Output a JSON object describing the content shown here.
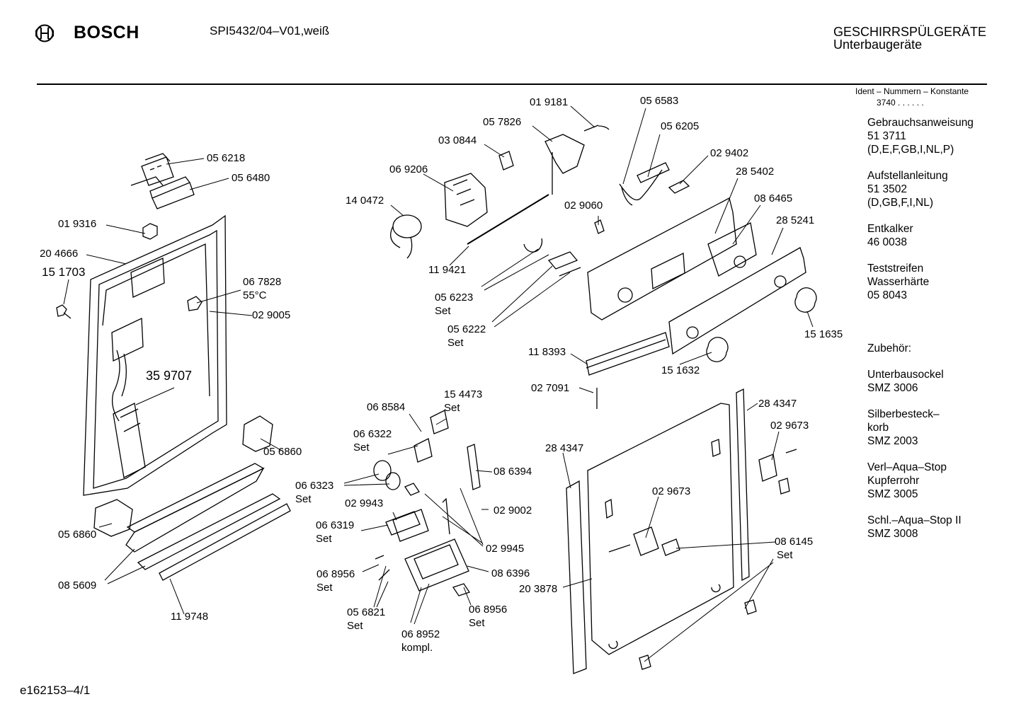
{
  "header": {
    "brand": "BOSCH",
    "model": "SPI5432/04–V01,weiß",
    "category": "GESCHIRRSPÜLGERÄTE",
    "subcategory": "Unterbaugeräte"
  },
  "ident": {
    "label": "Ident – Nummern – Konstante",
    "value": "3740 . . . . . ."
  },
  "side_notes": [
    {
      "lines": [
        "Gebrauchsanweisung",
        "51 3711",
        "(D,E,F,GB,I,NL,P)"
      ]
    },
    {
      "lines": [
        "Aufstellanleitung",
        "51 3502",
        "(D,GB,F,I,NL)"
      ]
    },
    {
      "lines": [
        "Entkalker",
        "46 0038"
      ]
    },
    {
      "lines": [
        "Teststreifen",
        "Wasserhärte",
        "05 8043"
      ]
    },
    {
      "lines": [
        "Zubehör:"
      ]
    },
    {
      "lines": [
        "Unterbausockel",
        "SMZ 3006"
      ]
    },
    {
      "lines": [
        "Silberbesteck–",
        "korb",
        "SMZ 2003"
      ]
    },
    {
      "lines": [
        "Verl–Aqua–Stop",
        "Kupferrohr",
        "SMZ 3005"
      ]
    },
    {
      "lines": [
        "Schl.–Aqua–Stop II",
        "SMZ 3008"
      ]
    }
  ],
  "footer": {
    "code": "e162153–4/1"
  },
  "parts": [
    {
      "id": "p01",
      "text": "05 6218"
    },
    {
      "id": "p02",
      "text": "05 6480"
    },
    {
      "id": "p03",
      "text": "01 9316"
    },
    {
      "id": "p04",
      "text": "20 4666"
    },
    {
      "id": "p05",
      "text": "15 1703"
    },
    {
      "id": "p06",
      "text": "06 7828"
    },
    {
      "id": "p07",
      "text": "55°C"
    },
    {
      "id": "p08",
      "text": "02 9005"
    },
    {
      "id": "p09",
      "text": "35 9707"
    },
    {
      "id": "p10",
      "text": "05 6860"
    },
    {
      "id": "p11",
      "text": "05 6860"
    },
    {
      "id": "p12",
      "text": "08 5609"
    },
    {
      "id": "p13",
      "text": "11 9748"
    },
    {
      "id": "p14",
      "text": "01 9181"
    },
    {
      "id": "p15",
      "text": "05 7826"
    },
    {
      "id": "p16",
      "text": "03 0844"
    },
    {
      "id": "p17",
      "text": "06 9206"
    },
    {
      "id": "p18",
      "text": "14 0472"
    },
    {
      "id": "p19",
      "text": "11 9421"
    },
    {
      "id": "p20",
      "text": "05 6223"
    },
    {
      "id": "p21",
      "text": "Set"
    },
    {
      "id": "p22",
      "text": "05 6222"
    },
    {
      "id": "p23",
      "text": "Set"
    },
    {
      "id": "p24",
      "text": "05 6583"
    },
    {
      "id": "p25",
      "text": "05 6205"
    },
    {
      "id": "p26",
      "text": "02 9402"
    },
    {
      "id": "p27",
      "text": "02 9060"
    },
    {
      "id": "p28",
      "text": "28 5402"
    },
    {
      "id": "p29",
      "text": "08 6465"
    },
    {
      "id": "p30",
      "text": "28 5241"
    },
    {
      "id": "p31",
      "text": "15 1635"
    },
    {
      "id": "p32",
      "text": "15 1632"
    },
    {
      "id": "p33",
      "text": "11 8393"
    },
    {
      "id": "p34",
      "text": "02 7091"
    },
    {
      "id": "p35",
      "text": "06 8584"
    },
    {
      "id": "p36",
      "text": "15 4473"
    },
    {
      "id": "p37",
      "text": "Set"
    },
    {
      "id": "p38",
      "text": "06 6322"
    },
    {
      "id": "p39",
      "text": "Set"
    },
    {
      "id": "p40",
      "text": "06 6323"
    },
    {
      "id": "p41",
      "text": "Set"
    },
    {
      "id": "p42",
      "text": "08 6394"
    },
    {
      "id": "p43",
      "text": "02 9943"
    },
    {
      "id": "p44",
      "text": "02 9002"
    },
    {
      "id": "p45",
      "text": "06 6319"
    },
    {
      "id": "p46",
      "text": "Set"
    },
    {
      "id": "p47",
      "text": "02 9945"
    },
    {
      "id": "p48",
      "text": "06 8956"
    },
    {
      "id": "p49",
      "text": "Set"
    },
    {
      "id": "p50",
      "text": "08 6396"
    },
    {
      "id": "p51",
      "text": "05 6821"
    },
    {
      "id": "p52",
      "text": "Set"
    },
    {
      "id": "p53",
      "text": "06 8956"
    },
    {
      "id": "p54",
      "text": "Set"
    },
    {
      "id": "p55",
      "text": "06 8952"
    },
    {
      "id": "p56",
      "text": "kompl."
    },
    {
      "id": "p57",
      "text": "28 4347"
    },
    {
      "id": "p58",
      "text": "28 4347"
    },
    {
      "id": "p59",
      "text": "02 9673"
    },
    {
      "id": "p60",
      "text": "02 9673"
    },
    {
      "id": "p61",
      "text": "08 6145"
    },
    {
      "id": "p62",
      "text": "Set"
    },
    {
      "id": "p63",
      "text": "20 3878"
    }
  ]
}
